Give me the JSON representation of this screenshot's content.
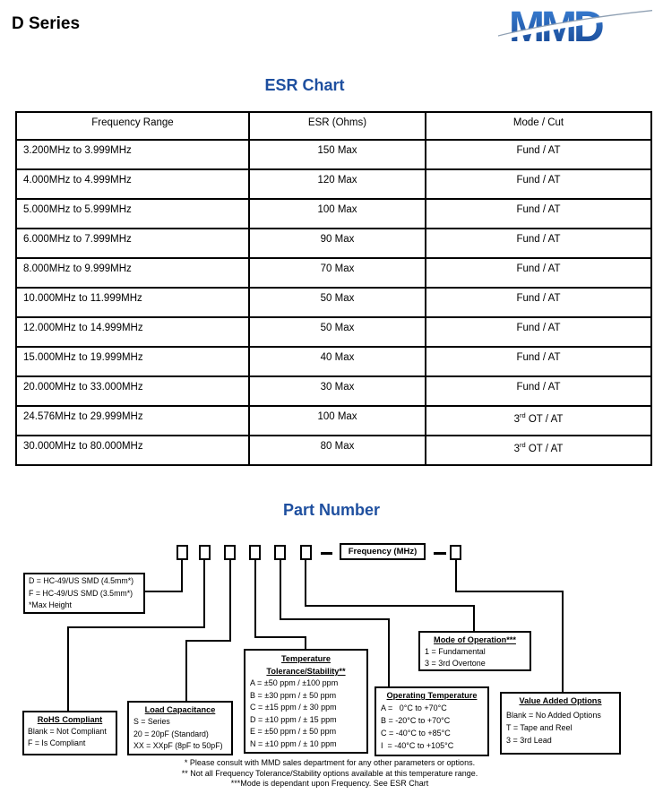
{
  "header": {
    "product_series": "D Series",
    "logo_text": "MMD"
  },
  "colors": {
    "title_blue": "#1e4f9f",
    "logo_blue_top": "#3b82d8",
    "logo_blue_bottom": "#15448f"
  },
  "esr_chart": {
    "title": "ESR Chart",
    "columns": [
      "Frequency Range",
      "ESR (Ohms)",
      "Mode / Cut"
    ],
    "rows": [
      {
        "freq": "3.200MHz to 3.999MHz",
        "esr": "150 Max",
        "mode": "Fund / AT"
      },
      {
        "freq": "4.000MHz to 4.999MHz",
        "esr": "120 Max",
        "mode": "Fund / AT"
      },
      {
        "freq": "5.000MHz to 5.999MHz",
        "esr": "100 Max",
        "mode": "Fund / AT"
      },
      {
        "freq": "6.000MHz to 7.999MHz",
        "esr": "90 Max",
        "mode": "Fund / AT"
      },
      {
        "freq": "8.000MHz to 9.999MHz",
        "esr": "70 Max",
        "mode": "Fund / AT"
      },
      {
        "freq": "10.000MHz to 11.999MHz",
        "esr": "50 Max",
        "mode": "Fund / AT"
      },
      {
        "freq": "12.000MHz to 14.999MHz",
        "esr": "50 Max",
        "mode": "Fund / AT"
      },
      {
        "freq": "15.000MHz to 19.999MHz",
        "esr": "40 Max",
        "mode": "Fund / AT"
      },
      {
        "freq": "20.000MHz to 33.000MHz",
        "esr": "30 Max",
        "mode": "Fund / AT"
      },
      {
        "freq": "24.576MHz to 29.999MHz",
        "esr": "100 Max",
        "mode": "3rd OT / AT",
        "mode_parts": [
          "3",
          "rd",
          " OT / AT"
        ]
      },
      {
        "freq": "30.000MHz to 80.000MHz",
        "esr": "80 Max",
        "mode": "3rd OT / AT",
        "mode_parts": [
          "3",
          "rd",
          " OT / AT"
        ]
      }
    ]
  },
  "part_number": {
    "title": "Part Number",
    "frequency_label": "Frequency (MHz)",
    "package": {
      "lines": [
        "D = HC-49/US SMD (4.5mm*)",
        "F = HC-49/US SMD (3.5mm*)",
        "*Max Height"
      ]
    },
    "rohs": {
      "title": "RoHS Compliant",
      "lines": [
        "Blank = Not Compliant",
        "F = Is Compliant"
      ]
    },
    "load_capacitance": {
      "title": "Load Capacitance",
      "lines": [
        "S = Series",
        "20 = 20pF (Standard)",
        "XX = XXpF (8pF to 50pF)"
      ]
    },
    "temperature": {
      "title_line1": "Temperature",
      "title_line2": "Tolerance/Stability**",
      "lines": [
        "A = ±50 ppm / ±100 ppm",
        "B = ±30 ppm / ± 50 ppm",
        "C = ±15 ppm / ± 30 ppm",
        "D = ±10 ppm / ± 15 ppm",
        "E = ±50 ppm / ± 50 ppm",
        "N = ±10 ppm / ± 10 ppm"
      ]
    },
    "operating_temperature": {
      "title": "Operating Temperature",
      "lines": [
        "A =   0°C to +70°C",
        "B = -20°C to +70°C",
        "C = -40°C to +85°C",
        "I  = -40°C to +105°C"
      ]
    },
    "mode_of_operation": {
      "title": "Mode of Operation***",
      "lines": [
        "1 = Fundamental",
        "3 = 3rd Overtone"
      ]
    },
    "value_added": {
      "title": "Value Added Options",
      "lines": [
        "Blank = No Added Options",
        "T = Tape and Reel",
        "3 = 3rd Lead"
      ]
    },
    "footnotes": [
      "* Please consult with MMD sales department for any other parameters or options.",
      "** Not all Frequency Tolerance/Stability options available at this temperature range.",
      "***Mode is dependant upon Frequency. See ESR Chart"
    ]
  }
}
